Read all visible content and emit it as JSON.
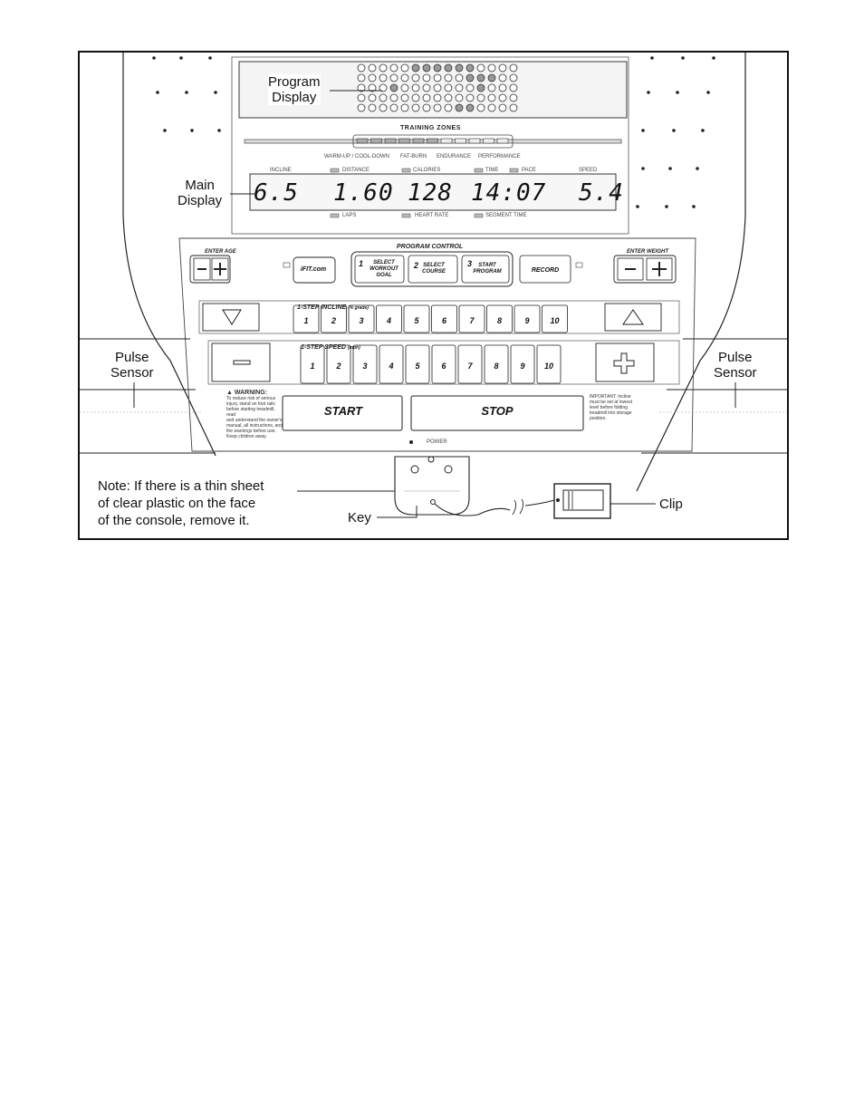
{
  "labels": {
    "program_display": [
      "Program",
      "Display"
    ],
    "main_display": [
      "Main",
      "Display"
    ],
    "pulse_sensor_left": [
      "Pulse",
      "Sensor"
    ],
    "pulse_sensor_right": [
      "Pulse",
      "Sensor"
    ],
    "note": [
      "Note: If there is a thin sheet",
      "of clear plastic on the face",
      "of the console, remove it."
    ],
    "key": "Key",
    "clip": "Clip"
  },
  "training_zones": {
    "title": "TRAINING ZONES",
    "zones": [
      "WARM-UP / COOL-DOWN",
      "FAT-BURN",
      "ENDURANCE",
      "PERFORMANCE"
    ]
  },
  "main_display": {
    "top_labels": [
      "INCLINE",
      "DISTANCE",
      "CALORIES",
      "TIME",
      "PACE",
      "SPEED"
    ],
    "bottom_labels": [
      "LAPS",
      "HEART RATE",
      "SEGMENT TIME"
    ],
    "readouts": [
      "6.5",
      "1.60",
      "128",
      "14:07",
      "5.4"
    ]
  },
  "program_control": {
    "title": "PROGRAM CONTROL",
    "enter_age": "ENTER AGE",
    "enter_weight": "ENTER WEIGHT",
    "ifit": "iFIT.com",
    "select_workout": {
      "num": "1",
      "text": [
        "SELECT",
        "WORKOUT",
        "GOAL"
      ]
    },
    "select_course": {
      "num": "2",
      "text": [
        "SELECT",
        "COURSE"
      ]
    },
    "start_program": {
      "num": "3",
      "text": [
        "START",
        "PROGRAM"
      ]
    },
    "record": "RECORD"
  },
  "incline": {
    "title": "1-STEP INCLINE",
    "unit": "(% grade)",
    "keys": [
      "1",
      "2",
      "3",
      "4",
      "5",
      "6",
      "7",
      "8",
      "9",
      "10"
    ]
  },
  "speed": {
    "title": "1-STEP SPEED",
    "unit": "(mph)",
    "keys": [
      "1",
      "2",
      "3",
      "4",
      "5",
      "6",
      "7",
      "8",
      "9",
      "10"
    ]
  },
  "buttons": {
    "start": "START",
    "stop": "STOP",
    "power": "POWER"
  },
  "warning": {
    "title": "WARNING:",
    "lines": [
      "To reduce risk of serious",
      "injury, stand on foot rails",
      "before starting treadmill, read",
      "and understand the owner's",
      "manual, all instructions, and",
      "the warnings before use.",
      "Keep children away."
    ]
  },
  "important": {
    "lines": [
      "IMPORTANT: Incline",
      "must be set at lowest",
      "level before folding",
      "treadmill into storage",
      "position."
    ]
  }
}
